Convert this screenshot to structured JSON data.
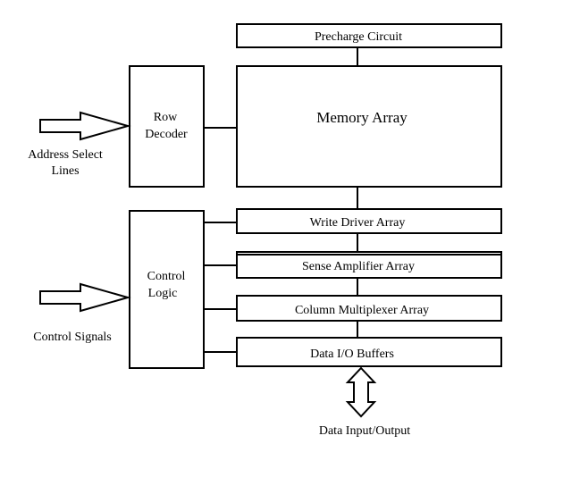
{
  "blocks": {
    "precharge": "Precharge Circuit",
    "memory_array": "Memory Array",
    "row_decoder": [
      "Row",
      "Decoder"
    ],
    "control_logic": [
      "Control",
      "Logic"
    ],
    "write_driver": "Write Driver Array",
    "sense_amplifier": "Sense Amplifier Array",
    "column_mux": "Column Multiplexer Array",
    "data_io": "Data I/O Buffers"
  },
  "signals": {
    "address_select": [
      "Address Select",
      "Lines"
    ],
    "control_signals": "Control Signals",
    "data_io": "Data Input/Output"
  },
  "colors": {
    "stroke": "#000000",
    "fill": "#ffffff"
  }
}
